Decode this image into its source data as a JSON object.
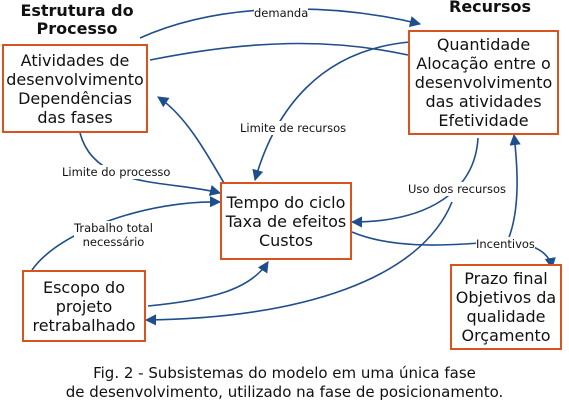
{
  "headers": {
    "left": [
      "Estrutura do",
      "Processo"
    ],
    "right": "Recursos"
  },
  "boxes": {
    "estrutura": [
      "Atividades de",
      "desenvolvimento",
      "Dependências",
      "das fases"
    ],
    "recursos": [
      "Quantidade",
      "Alocação entre o",
      "desenvolvimento",
      "das atividades",
      "Efetividade"
    ],
    "centro": [
      "Tempo do ciclo",
      "Taxa de efeitos",
      "Custos"
    ],
    "escopo": [
      "Escopo do",
      "projeto",
      "retrabalhado"
    ],
    "prazo": [
      "Prazo final",
      "Objetivos da",
      "qualidade",
      "Orçamento"
    ]
  },
  "labels": {
    "demanda": "demanda",
    "limite_recursos": "Limite de recursos",
    "limite_processo": "Limite do processo",
    "uso_recursos": "Uso dos recursos",
    "trabalho_total": [
      "Trabalho total",
      "necessário"
    ],
    "incentivos": "Incentivos"
  },
  "caption": [
    "Fig. 2 - Subsistemas do modelo em uma única fase",
    "de desenvolvimento, utilizado na fase de posicionamento."
  ],
  "colors": {
    "box_border": "#d9531e",
    "arrow": "#1f4e8c"
  }
}
